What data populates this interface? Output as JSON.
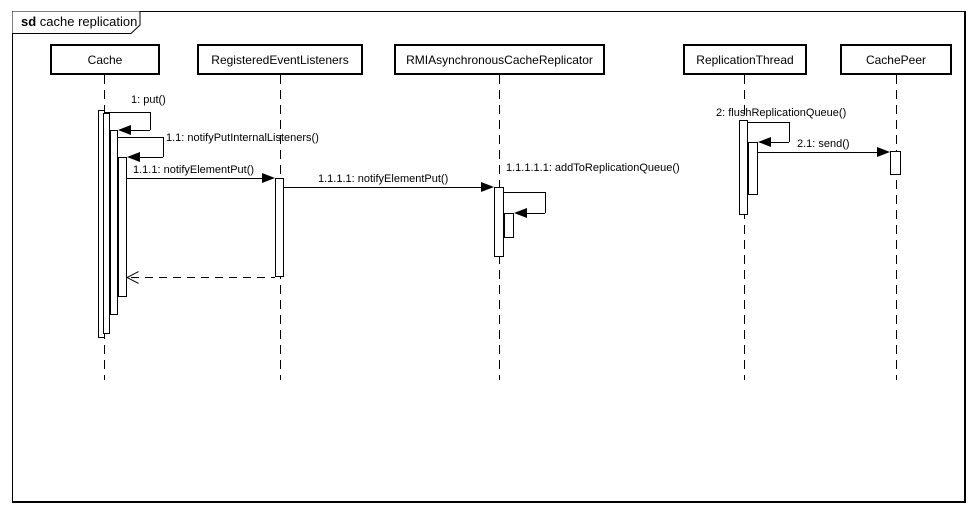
{
  "frame": {
    "keyword": "sd",
    "title": "cache replication"
  },
  "lifelines": [
    {
      "name": "Cache"
    },
    {
      "name": "RegisteredEventListeners"
    },
    {
      "name": "RMIAsynchronousCacheReplicator"
    },
    {
      "name": "ReplicationThread"
    },
    {
      "name": "CachePeer"
    }
  ],
  "messages": [
    {
      "label": "1: put()",
      "from": "Cache",
      "to": "Cache",
      "kind": "self-call"
    },
    {
      "label": "1.1: notifyPutInternalListeners()",
      "from": "Cache",
      "to": "Cache",
      "kind": "self-call"
    },
    {
      "label": "1.1.1: notifyElementPut()",
      "from": "Cache",
      "to": "RegisteredEventListeners",
      "kind": "call"
    },
    {
      "label": "1.1.1.1: notifyElementPut()",
      "from": "RegisteredEventListeners",
      "to": "RMIAsynchronousCacheReplicator",
      "kind": "call"
    },
    {
      "label": "1.1.1.1.1: addToReplicationQueue()",
      "from": "RMIAsynchronousCacheReplicator",
      "to": "RMIAsynchronousCacheReplicator",
      "kind": "self-call"
    },
    {
      "label": "",
      "from": "RegisteredEventListeners",
      "to": "Cache",
      "kind": "return"
    },
    {
      "label": "2: flushReplicationQueue()",
      "from": "ReplicationThread",
      "to": "ReplicationThread",
      "kind": "self-call"
    },
    {
      "label": "2.1: send()",
      "from": "ReplicationThread",
      "to": "CachePeer",
      "kind": "call"
    }
  ]
}
